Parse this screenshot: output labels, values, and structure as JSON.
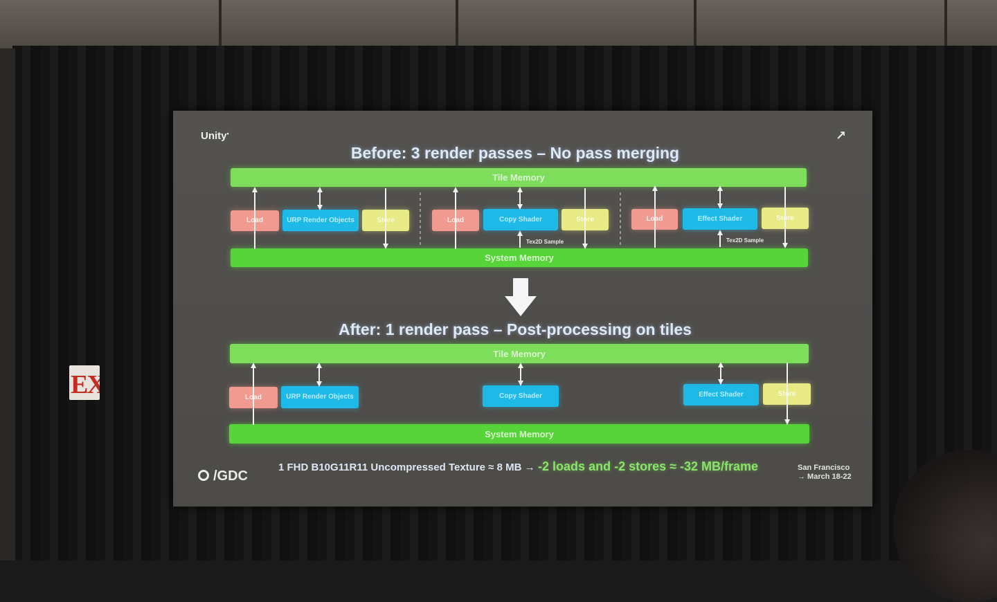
{
  "slide": {
    "brand": "Unity",
    "brand_mark": "•",
    "corner_icon": "diagonal-arrow-icon",
    "corner_glyph": "↗",
    "before_title": "Before: 3 render passes – No pass merging",
    "after_title": "After: 1 render pass – Post-processing on tiles",
    "tile_memory": "Tile Memory",
    "system_memory": "System Memory",
    "before": {
      "load_1": "Load",
      "urp_1": "URP Render Objects",
      "store_1": "Store",
      "load_2": "Load",
      "copy_shader": "Copy Shader",
      "store_2": "Store",
      "sample_1": "Tex2D Sample",
      "load_3": "Load",
      "effect_shader": "Effect Shader",
      "store_3": "Store",
      "sample_2": "Tex2D Sample"
    },
    "after": {
      "load": "Load",
      "urp": "URP Render Objects",
      "copy_shader": "Copy Shader",
      "effect_shader": "Effect Shader",
      "store": "Store"
    },
    "footer": {
      "gdc": "/GDC",
      "texture_note": "1 FHD B10G11R11 Uncompressed Texture ≈ 8 MB →",
      "savings": "-2 loads and -2 stores ≈ -32 MB/frame",
      "location": "San Francisco",
      "dates": "→ March 18-22"
    }
  },
  "room": {
    "exit_sign": "EXI"
  },
  "colors": {
    "memory_bar": "#56d43a",
    "load": "#f09a90",
    "shader": "#1fb9e8",
    "store": "#e7ea85"
  }
}
